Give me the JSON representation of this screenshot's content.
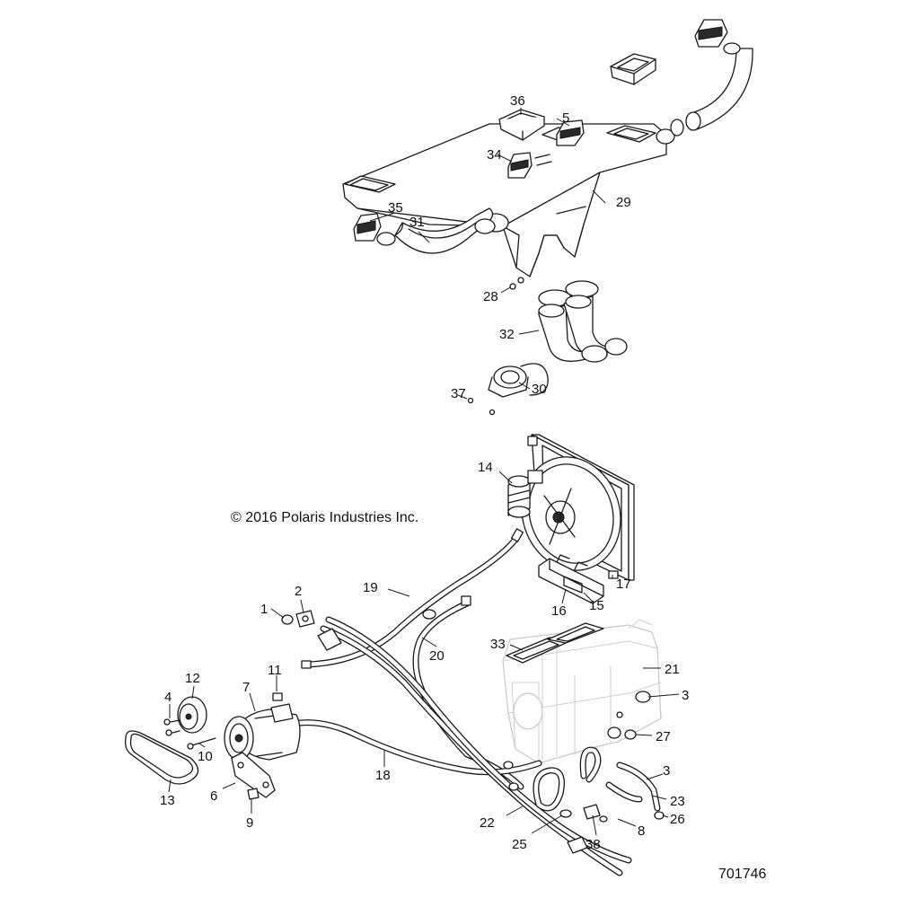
{
  "copyright": "© 2016 Polaris Industries Inc.",
  "document_number": "701746",
  "callouts": [
    {
      "label": "1"
    },
    {
      "label": "2"
    },
    {
      "label": "3"
    },
    {
      "label": "3"
    },
    {
      "label": "4"
    },
    {
      "label": "5"
    },
    {
      "label": "6"
    },
    {
      "label": "7"
    },
    {
      "label": "8"
    },
    {
      "label": "9"
    },
    {
      "label": "10"
    },
    {
      "label": "11"
    },
    {
      "label": "12"
    },
    {
      "label": "13"
    },
    {
      "label": "14"
    },
    {
      "label": "15"
    },
    {
      "label": "16"
    },
    {
      "label": "17"
    },
    {
      "label": "18"
    },
    {
      "label": "19"
    },
    {
      "label": "20"
    },
    {
      "label": "21"
    },
    {
      "label": "22"
    },
    {
      "label": "23"
    },
    {
      "label": "25"
    },
    {
      "label": "26"
    },
    {
      "label": "27"
    },
    {
      "label": "28"
    },
    {
      "label": "29"
    },
    {
      "label": "30"
    },
    {
      "label": "31"
    },
    {
      "label": "32"
    },
    {
      "label": "33"
    },
    {
      "label": "34"
    },
    {
      "label": "35"
    },
    {
      "label": "36"
    },
    {
      "label": "37"
    },
    {
      "label": "38"
    }
  ]
}
